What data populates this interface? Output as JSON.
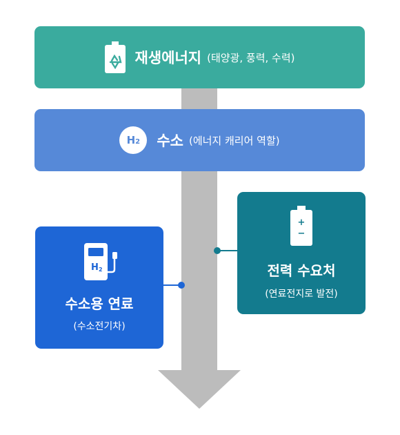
{
  "renewable": {
    "icon": "battery-recycle-icon",
    "title": "재생에너지",
    "subtitle": "(태양광, 풍력, 수력)",
    "color": "#3aab9e"
  },
  "hydrogen": {
    "badge": "H",
    "badge_sub": "2",
    "title": "수소",
    "subtitle": "(에너지 캐리어 역할)",
    "color": "#5689d8"
  },
  "fuel": {
    "icon": "hydrogen-charger-icon",
    "icon_label": "H",
    "icon_sub": "2",
    "title": "수소용 연료",
    "subtitle": "(수소전기차)",
    "color": "#1e66d6"
  },
  "power": {
    "icon": "battery-icon",
    "plus": "+",
    "minus": "−",
    "title": "전력 수요처",
    "subtitle": "(연료전지로 발전)",
    "color": "#137b8e"
  },
  "arrow": {
    "color": "#bcbcbc"
  }
}
